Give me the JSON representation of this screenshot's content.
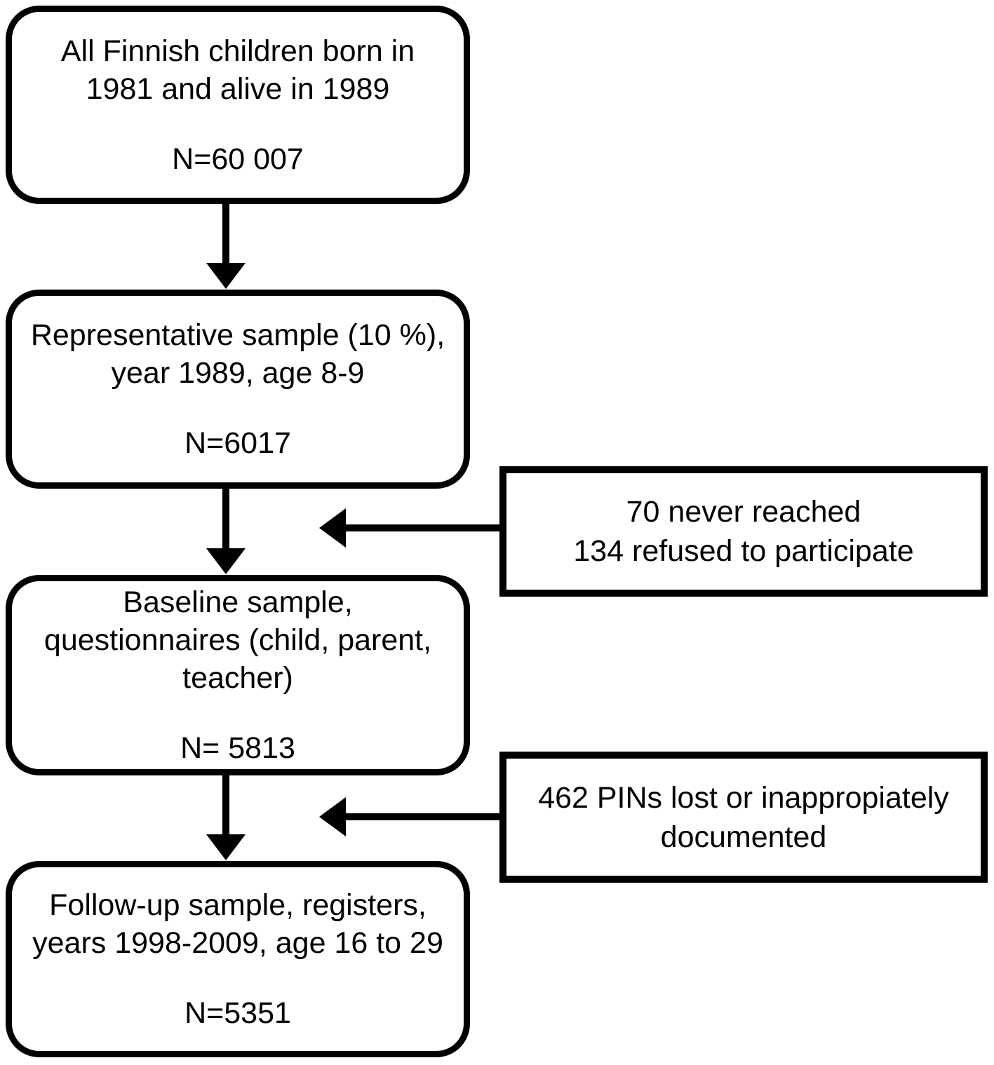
{
  "diagram": {
    "type": "flowchart",
    "description": "Participant flow of a Finnish birth-cohort follow-up study",
    "colors": {
      "background": "#ffffff",
      "line": "#000000",
      "text": "#000000"
    },
    "main_boxes": [
      {
        "id": "population",
        "title": "All Finnish children born in\n1981 and alive in 1989",
        "n": "N=60 007"
      },
      {
        "id": "representative-sample",
        "title": "Representative sample (10 %),\nyear 1989, age 8-9",
        "n": "N=6017"
      },
      {
        "id": "baseline-sample",
        "title": "Baseline sample,\nquestionnaires (child, parent,\nteacher)",
        "n": "N= 5813"
      },
      {
        "id": "follow-up-sample",
        "title": "Follow-up sample, registers,\nyears 1998-2009, age 16 to 29",
        "n": "N=5351"
      }
    ],
    "exclusion_boxes": [
      {
        "id": "exclusion-baseline",
        "text": "70 never reached\n134 refused to participate"
      },
      {
        "id": "exclusion-followup",
        "text": "462 PINs lost or inappropiately\ndocumented"
      }
    ]
  }
}
